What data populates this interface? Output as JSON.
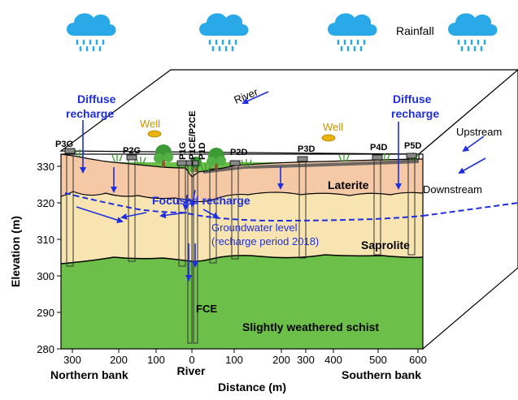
{
  "legend": {
    "rainfall": "Rainfall"
  },
  "axis": {
    "ylabel": "Elevation (m)",
    "xlabel": "Distance (m)",
    "yticks": [
      "330",
      "320",
      "310",
      "300",
      "290",
      "280"
    ],
    "xticks": [
      "300",
      "200",
      "100",
      "0",
      "100",
      "200",
      "300",
      "400",
      "500",
      "600"
    ],
    "x_left_bank": "Northern bank",
    "x_center": "River",
    "x_right_bank": "Southern bank"
  },
  "annotations": {
    "diffuse_left_1": "Diffuse",
    "diffuse_left_2": "recharge",
    "diffuse_right_1": "Diffuse",
    "diffuse_right_2": "recharge",
    "river_top": "River",
    "well_left": "Well",
    "well_right": "Well",
    "upstream": "Upstream",
    "downstream": "Downstream",
    "focused": "Focused recharge",
    "gw_level_1": "Groundwater level",
    "gw_level_2": "(recharge period 2018)",
    "fce": "FCE"
  },
  "layers": {
    "laterite": "Laterite",
    "saprolite": "Saprolite",
    "schist": "Slightly weathered schist"
  },
  "piezometers": [
    "P3G",
    "P2G",
    "P1G",
    "P1CE/P2CE",
    "P1D",
    "P2D",
    "P3D",
    "P4D",
    "P5D"
  ],
  "colors": {
    "laterite": "#f6c9a6",
    "saprolite": "#f8e4b0",
    "schist": "#6cc04a",
    "blue": "#1f2fe0",
    "cloud": "#29a9e8",
    "well": "#e8b20f"
  }
}
